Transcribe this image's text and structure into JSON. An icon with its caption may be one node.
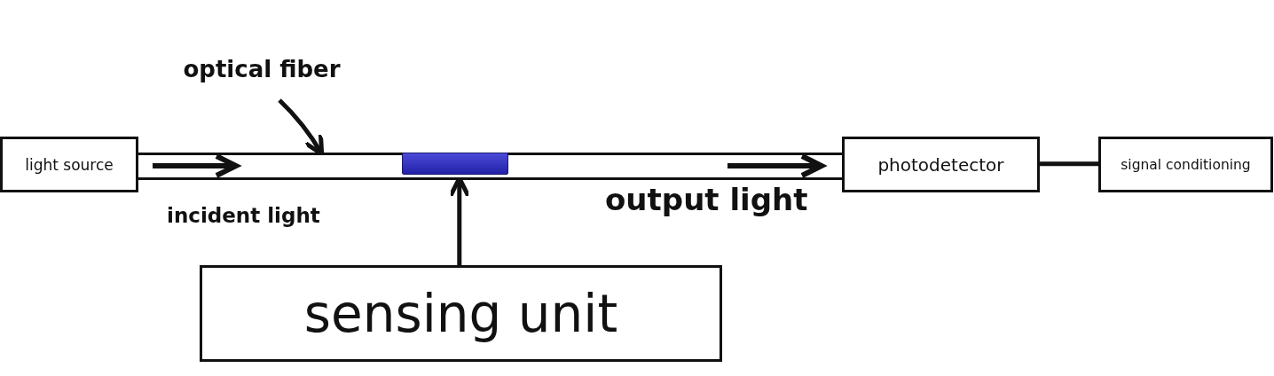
{
  "diagram": {
    "nodes": [
      {
        "text": [
          "light source"
        ]
      },
      {
        "text": [
          "optical fiber"
        ]
      },
      {
        "text": [],
        "shape": "bar"
      },
      {
        "text": [],
        "shape": "box",
        "in": 2
      },
      {
        "text": [
          "sensing unit"
        ]
      },
      {
        "text": [
          "photodetector"
        ]
      },
      {
        "text": [
          "signal conditioning"
        ]
      }
    ],
    "edges": [
      {
        "from": 1,
        "to": 2,
        "arrow": "to"
      },
      {
        "from": 4,
        "to": 3,
        "arrow": "to"
      },
      {
        "from": 5,
        "to": 6,
        "arrow": "none"
      }
    ],
    "labels": [
      "incident light",
      "output light"
    ]
  }
}
